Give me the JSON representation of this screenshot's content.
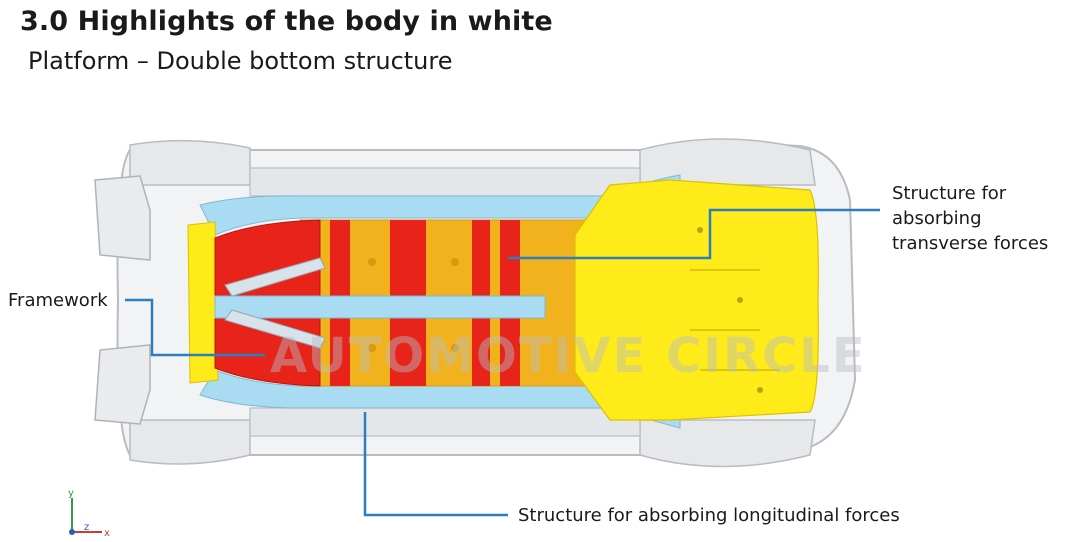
{
  "header": {
    "title": "3.0 Highlights of the body in white",
    "subtitle": "Platform – Double bottom structure"
  },
  "callouts": {
    "framework": "Framework",
    "transverse": [
      "Structure for",
      "absorbing",
      "transverse forces"
    ],
    "longitudinal": "Structure for absorbing longitudinal forces"
  },
  "watermark": "AUTOMOTIVE CIRCLE",
  "axes": {
    "y": "y",
    "z": "z",
    "x": "x"
  },
  "colors": {
    "callout_line": "#2b7fc0",
    "framework_red": "#e8231a",
    "longitudinal_blue": "#a9dcf2",
    "transverse_orange": "#f2b21e",
    "rear_yellow": "#ffeb1a",
    "outline_gray": "#c9cdd2"
  }
}
